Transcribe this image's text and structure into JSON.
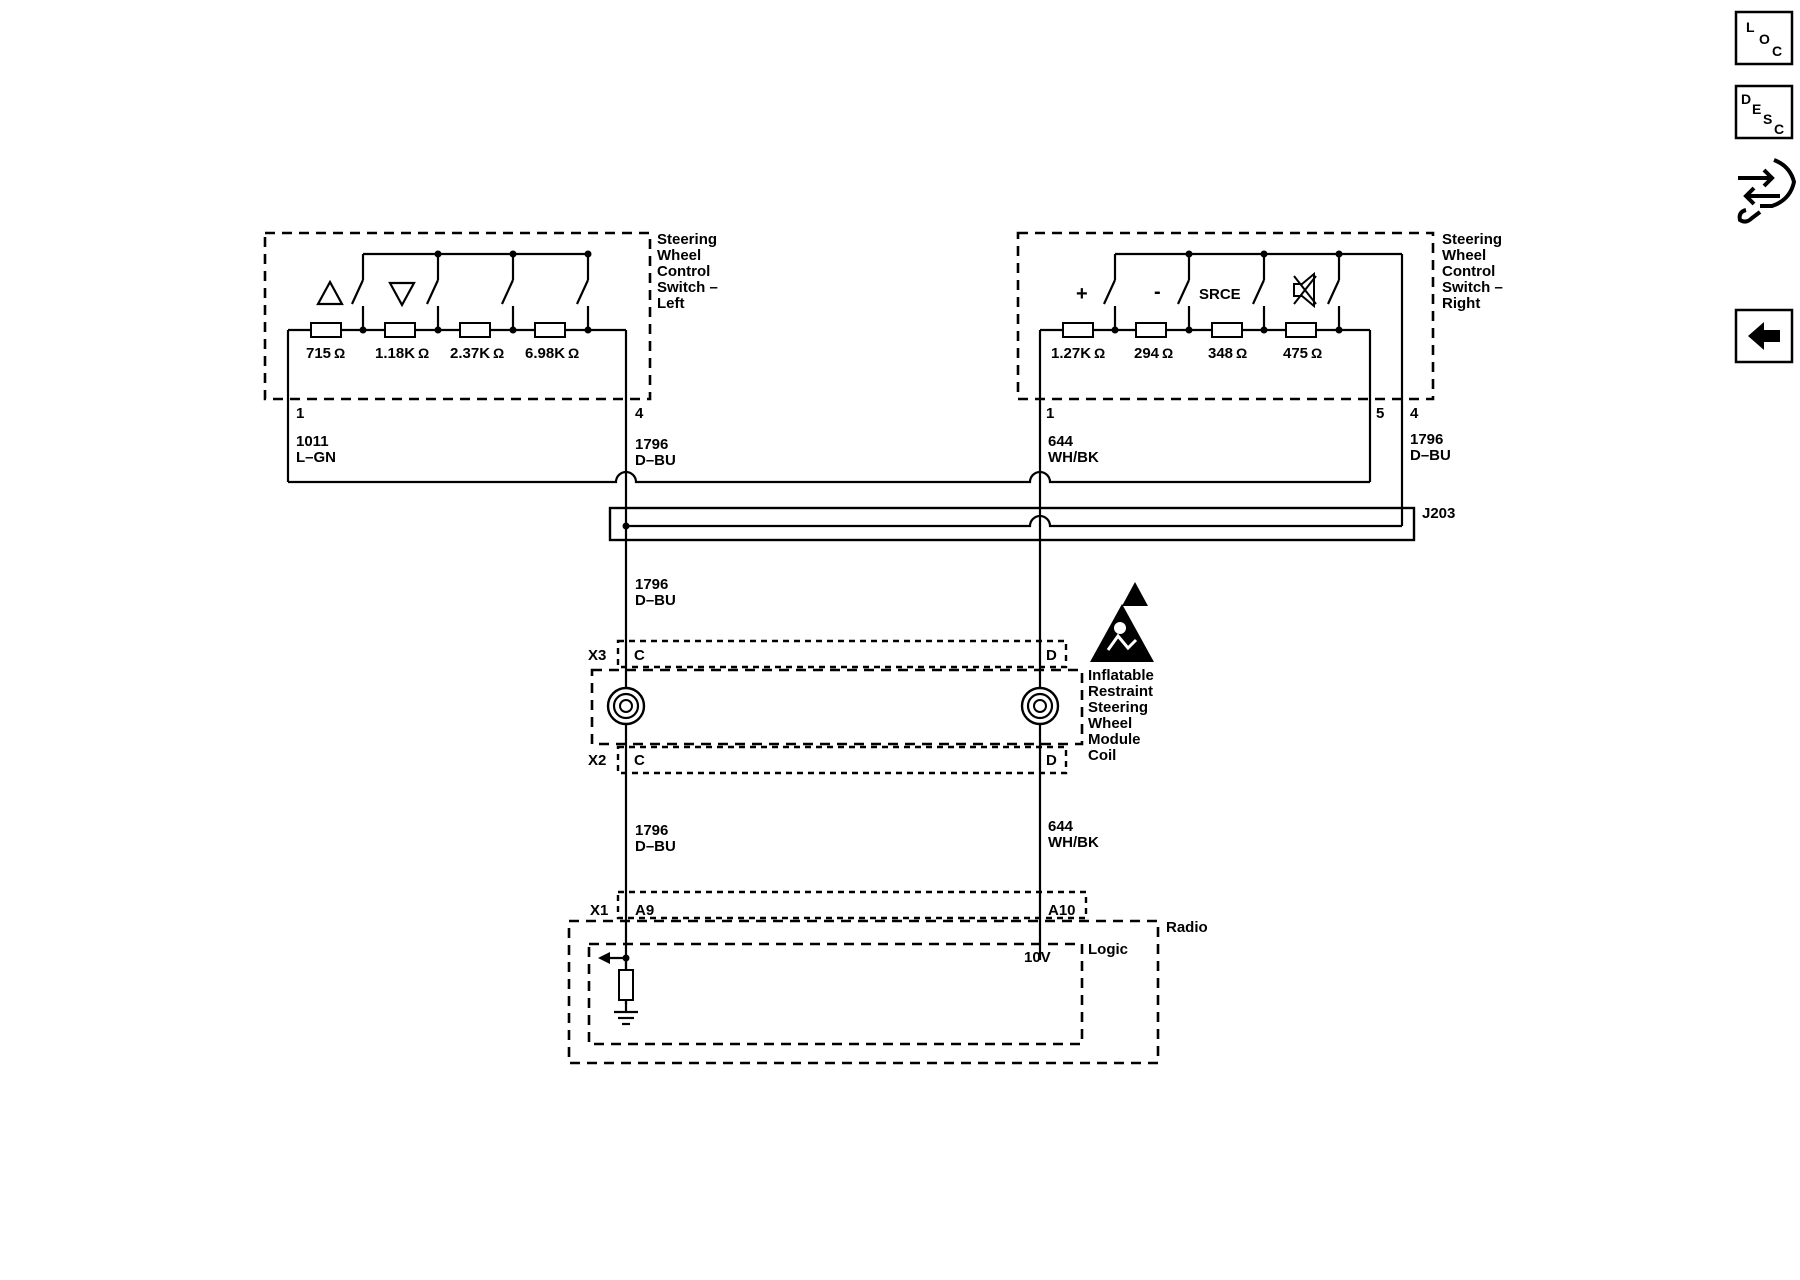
{
  "nav": {
    "loc": {
      "l1": "L",
      "l2": "O",
      "l3": "C"
    },
    "desc": {
      "l1": "D",
      "l2": "E",
      "l3": "S",
      "l4": "C"
    }
  },
  "left_switch": {
    "name": [
      "Steering",
      "Wheel",
      "Control",
      "Switch –",
      "Left"
    ],
    "resistors": [
      "715",
      "1.18K",
      "2.37K",
      "6.98K"
    ],
    "ohm": "Ω",
    "pin1": "1",
    "pin4": "4"
  },
  "right_switch": {
    "name": [
      "Steering",
      "Wheel",
      "Control",
      "Switch –",
      "Right"
    ],
    "buttons": {
      "plus": "+",
      "minus": "-",
      "srce": "SRCE"
    },
    "resistors": [
      "1.27K",
      "294",
      "348",
      "475"
    ],
    "ohm": "Ω",
    "pin1": "1",
    "pin5": "5",
    "pin4": "4"
  },
  "wires": {
    "w1011": {
      "num": "1011",
      "color": "L–GN"
    },
    "w1796_a": {
      "num": "1796",
      "color": "D–BU"
    },
    "w644_a": {
      "num": "644",
      "color": "WH/BK"
    },
    "w1796_b": {
      "num": "1796",
      "color": "D–BU"
    },
    "w1796_c": {
      "num": "1796",
      "color": "D–BU"
    },
    "w1796_d": {
      "num": "1796",
      "color": "D–BU"
    },
    "w644_b": {
      "num": "644",
      "color": "WH/BK"
    }
  },
  "splice": "J203",
  "coil": {
    "x3": "X3",
    "x2": "X2",
    "pin_c": "C",
    "pin_d": "D",
    "name": [
      "Inflatable",
      "Restraint",
      "Steering",
      "Wheel",
      "Module",
      "Coil"
    ]
  },
  "radio": {
    "x1": "X1",
    "a9": "A9",
    "a10": "A10",
    "name": "Radio",
    "logic": "Logic",
    "voltage": "10V"
  }
}
